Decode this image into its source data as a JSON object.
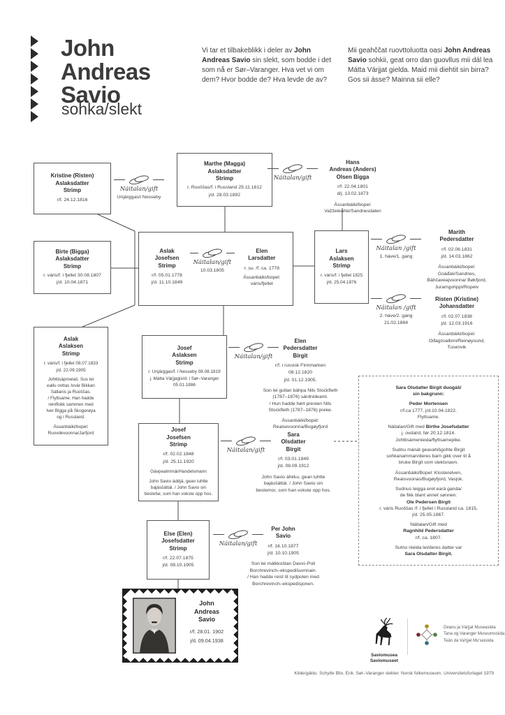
{
  "header": {
    "title": "John\nAndreas\nSavio",
    "subtitle": "sohka/slekt",
    "intro_no_pre": "Vi tar et tilbakeblikk i deler av ",
    "intro_no_bold": "John Andreas Savio",
    "intro_no_post": " sin slekt, som bodde i det som nå er Sør–Varanger. Hva vet vi om dem? Hvor bodde de? Hva levde de av?",
    "intro_sami_pre": "Mii geahččat ruovttoluotta oasi ",
    "intro_sami_bold": "John Andreas Savio",
    "intro_sami_post": " sohkii, geat orro dan guovllus mii dál lea Mátta Várjjat gielda. Maid mii diehtit sin birra? Gos sii ásse? Mainna sii elle?"
  },
  "tree": {
    "kristine": {
      "name": "Kristine (Risten)\nAslaksdatter\nStrimp",
      "born": "r/f. 24.12.1816"
    },
    "m_kristine": {
      "label": "Náitalan/gift",
      "place": "Unjárggas/i Nesseby"
    },
    "marthe": {
      "name": "Marthe (Magga)\nAslaksdatter\nStrimp",
      "born": "r. Ruoššas/f. i Russland 25.11.1812",
      "died": "j/d. 28.03.1892"
    },
    "m_marthe_hans": {
      "label": "Náitalan/gift"
    },
    "hans": {
      "name": "Hans\nAndreas (Anders)\nOlsen Bigga",
      "born": "r/f. 22.04.1801",
      "died": "d/j. 13.02.1873",
      "residence": "Ássanbáiki/bopel:\nVažželeahki/Sandnesdalen"
    },
    "birte": {
      "name": "Birte (Bigga)\nAslaksdatter\nStrimp",
      "born": "r. váris/f. i fjellet 30.08.1807",
      "died": "j/d. 10.04.1871"
    },
    "aslak_josefsen": {
      "name": "Aslak\nJosefsen\nStrimp",
      "born": "r/f. 05.01.1778",
      "died": "j/d. 11.10.1849"
    },
    "m_aslak_elen": {
      "label": "Náitalan/gift",
      "date": "10.03.1805"
    },
    "elen_larsdatter": {
      "name": "Elen\nLarsdatter",
      "born": "r. su. /f. ca. 1778",
      "residence": "Ássanbáiki/bopel:\nváris/fjellet"
    },
    "lars": {
      "name": "Lars\nAslaksen\nStrimp",
      "born": "r. váris/f. i fjellet 1825",
      "died": "j/d. 25.04.1876"
    },
    "m_lars_1": {
      "label": "Náitalan /gift",
      "sub": "1. háve/1. gang"
    },
    "marith": {
      "name": "Marith\nPedersdatter",
      "born": "r/f. 02.06.1831",
      "died": "j/d. 14.03.1862",
      "residence": "Ássanbáiki/bopel:\nGoáđak/Sandnes,\nBáhčaveajvuonna/ Bøkfjord,\nJuramgohppi/Ropelv"
    },
    "m_lars_2": {
      "label": "Náitalan /gift",
      "sub": "2. háve/2. gang",
      "date": "21.02.1864"
    },
    "risten": {
      "name": "Risten (Kristine)\nJohansdatter",
      "born": "r/f. 02.07.1838",
      "died": "j/d. 12.03.1916",
      "residence": "Ássanbáiki/bopel:\nOđagčoalbmi/Reinøysund,\nTusenvik"
    },
    "aslak_aslaksen": {
      "name": "Aslak\nAslaksen\nStrimp",
      "born": "r. váris/f. i fjellet 08.07.1833",
      "died": "j/d. 22.09.1905",
      "note": "Johttisápmelaš. Sus lei\neallu ovttas Ivvár Bikkan\nSállanis ja Ruoššas.\n/ Flyttsame. Han hadde\nreinflokk sammen med\nIver Bigga på Skogerøya\nog i Russland.",
      "residence": "Ássanbáiki/bopel:\nRuovdevuonna/Jarfjord"
    },
    "josef_aslaksen": {
      "name": "Josef\nAslaksen\nStrimp",
      "born": "r. Unjárggas/f. i Nesseby 08.08.1819",
      "died": "j. Mátta Várjjagis/d. i Sør–Varanger\n05.01.1886"
    },
    "m_josef_elen": {
      "label": "Náitalan/gift"
    },
    "elen_pedersdatter": {
      "name": "Elen\nPedersdatter\nBirgit",
      "born": "r/f. i russisk Finnmarken\n08.12.1820",
      "died": "j/d. 01.12.1905.",
      "note": "Son lei gullan báhpa Nils Stockfleth\n(1787–1876) sárdnideami.\n/ Hun hadde hørt presten Nils\nStockfleth (1787–1876) preke.",
      "residence": "Ássanbáiki/bopel:\nReaisevuonna/Bugøyfjord"
    },
    "josef_josefsen": {
      "name": "Josef\nJosefsen\nStrimp",
      "born": "r/f. 02.02.1848",
      "died": "j/d. 25.11.1920",
      "occupation": "Gávpealmmái/Handelsmann",
      "note": "John Savio áddjá, gean luhtte\nbajásšáttái. / John Savio sin\nbestefar, som han vokste opp hos."
    },
    "m_josef_sara": {
      "label": "Náitalan/gift"
    },
    "sara": {
      "name": "Sara\nOlsdatter\nBirgit",
      "born": "r/f. 03.01.1849",
      "died": "j/d. 08.09.1912",
      "note": "John Savio áhkku, gean luhtte\nbajásšáttái. / John Savio sin\nbestemor, som han vokste opp hos."
    },
    "background_box": {
      "title": "Sara Olsdatter Birgit duogáš/\nsin bakgrunn:",
      "p1_bold": "Peder Mortensen",
      "p1": "r/f.ca 1777, j/d.10.04.1822.\nFlyttsame.",
      "p2_pre": "Náitalan/Gift med ",
      "p2_bold": "Birthe Josefsdatter",
      "p2_post": "\nj. ovdal/d. før 20.12.1814.\nJohttisámenieida/flyttsamepike.",
      "p3": "Sudnu mánát geavahišgohte Birgit\nsohkanamman/deres barn gikk over til å\nbruke Birgit som slektsnavn.",
      "p4": "Ássanbáiki/Bopel: Klosterelven,\nReaisvuonas/Bugøyfjord, Vasjok.",
      "p5_pre": "Sudnus leigga eret eará ganda/\nde fikk blant annet sønnen:\n",
      "p5_bold": "Ole Pedersen Birgit",
      "p5_post": "\nr. váris Ruoššas /f. i fjellet i Russland ca. 1815,\nj/d. 25.05.1867.",
      "p6_pre": "Náitalan/Gift med\n",
      "p6_bold": "Ragnhild Pedersdatter",
      "p6_post": "\nr/f. ca. 1807.",
      "p7_pre": "Sutno nieida lei/deres datter var\n",
      "p7_bold": "Sara Olsdatter Birgit."
    },
    "else_josefsdatter": {
      "name": "Else (Elen)\nJosefsdatter\nStrimp",
      "born": "r/f. 22.07.1875",
      "died": "j/d. 08.10.1905"
    },
    "m_else_per": {
      "label": "Náitalan/gift"
    },
    "per_john": {
      "name": "Per John\nSavio",
      "born": "r/f. 16.10.1877",
      "died": "j/d. 10.10.1905",
      "note": "Son lei mátkkoštan Davvi–Poli\nBorchrevinch–ekspedišuvnnain.\n/ Han hadde reist til sydpolen med\nBorchrevinch–ekspedisjonen."
    }
  },
  "stamp": {
    "name": "John\nAndreas\nSavio",
    "born": "r/f. 28.01. 1902",
    "died": "j/d. 09.04.1938"
  },
  "footer": {
    "savio_museum": "Saviomusea\nSaviomuseet",
    "museum_siida": "Deanu ja Várjjat Museasiida\nTana og Varanger Museumssiida\nTeän da Va'rjjel Mu'seisiida",
    "source": "Kilde/gáldu: Schytte Blix, Erik. Sør–Varanger slekter. Norsk folkemuseum, Universitetsforlaget 1979"
  },
  "icons": {
    "marriage": "wedding-rings",
    "stamp_border": "postage-stamp-zigzag",
    "savio_logo": "reindeer",
    "siida_logo": "diamond-compass"
  },
  "colors": {
    "text": "#3d3d3d",
    "line": "#4a4a4a",
    "accent_red": "#7d2733",
    "accent_yellow": "#ad8d1f",
    "accent_green": "#4e7d46",
    "accent_blue": "#2e6f7d"
  }
}
